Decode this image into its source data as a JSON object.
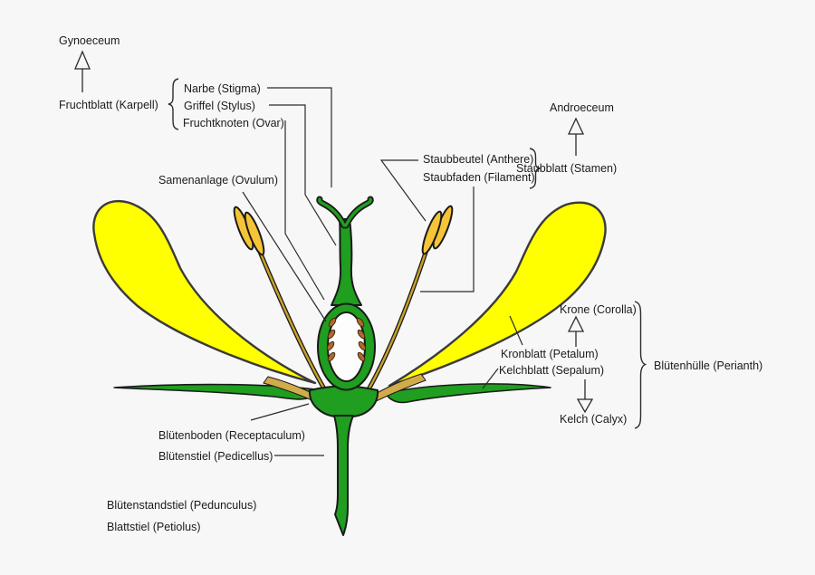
{
  "diagram": {
    "subject": "Blütendiagramm – Aufbau einer Blüte (flower anatomy, German/Latin labels)",
    "background_color": "#f7f7f7",
    "colors": {
      "green": "#1f9e1f",
      "petal_yellow": "#ffff00",
      "anther_gold": "#f6c437",
      "filament_gold": "#c9a227",
      "ovule_brown": "#b0682c",
      "outline": "#1a1a1a",
      "line": "#2b2b2b",
      "text": "#1b1b1b"
    },
    "labels": {
      "gynoeceum": "Gynoeceum",
      "fruchtblatt": "Fruchtblatt (Karpell)",
      "narbe": "Narbe (Stigma)",
      "griffel": "Griffel (Stylus)",
      "fruchtknoten": "Fruchtknoten (Ovar)",
      "samenanlage": "Samenanlage (Ovulum)",
      "staubbeutel": "Staubbeutel (Anthere)",
      "staubfaden": "Staubfaden (Filament)",
      "androeceum": "Androeceum",
      "staubblatt": "Staubblatt (Stamen)",
      "krone": "Krone (Corolla)",
      "kronblatt": "Kronblatt (Petalum)",
      "kelchblatt": "Kelchblatt (Sepalum)",
      "kelch": "Kelch (Calyx)",
      "bluetenhuelle": "Blütenhülle (Perianth)",
      "bluetenboden": "Blütenboden (Receptaculum)",
      "bluetenstiel": "Blütenstiel (Pedicellus)",
      "bluetenstandstiel": "Blütenstandstiel (Pedunculus)",
      "blattstiel": "Blattstiel (Petiolus)"
    }
  }
}
